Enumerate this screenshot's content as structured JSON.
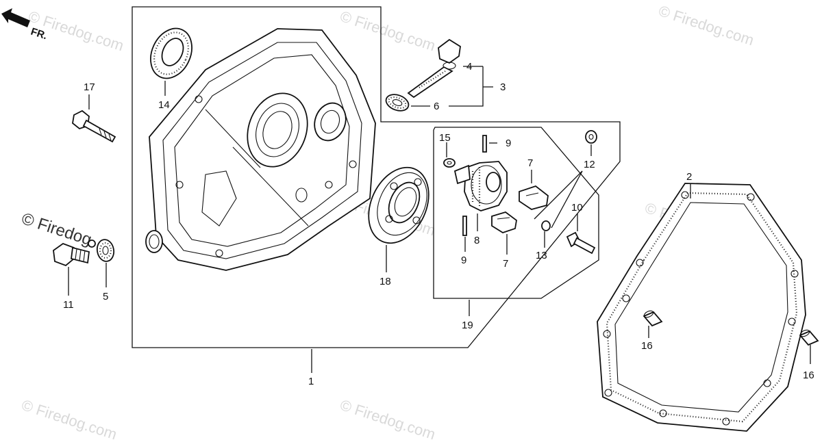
{
  "direction": {
    "arrow_label": "FR."
  },
  "watermarks": {
    "site": "© Firedog.com",
    "site_short": "© Firedog"
  },
  "callouts": {
    "c1": "1",
    "c2": "2",
    "c3": "3",
    "c4": "4",
    "c5": "5",
    "c6": "6",
    "c7a": "7",
    "c7b": "7",
    "c8": "8",
    "c9a": "9",
    "c9b": "9",
    "c10": "10",
    "c11": "11",
    "c12": "12",
    "c13": "13",
    "c14": "14",
    "c15": "15",
    "c16a": "16",
    "c16b": "16",
    "c17": "17",
    "c18": "18",
    "c19": "19"
  }
}
